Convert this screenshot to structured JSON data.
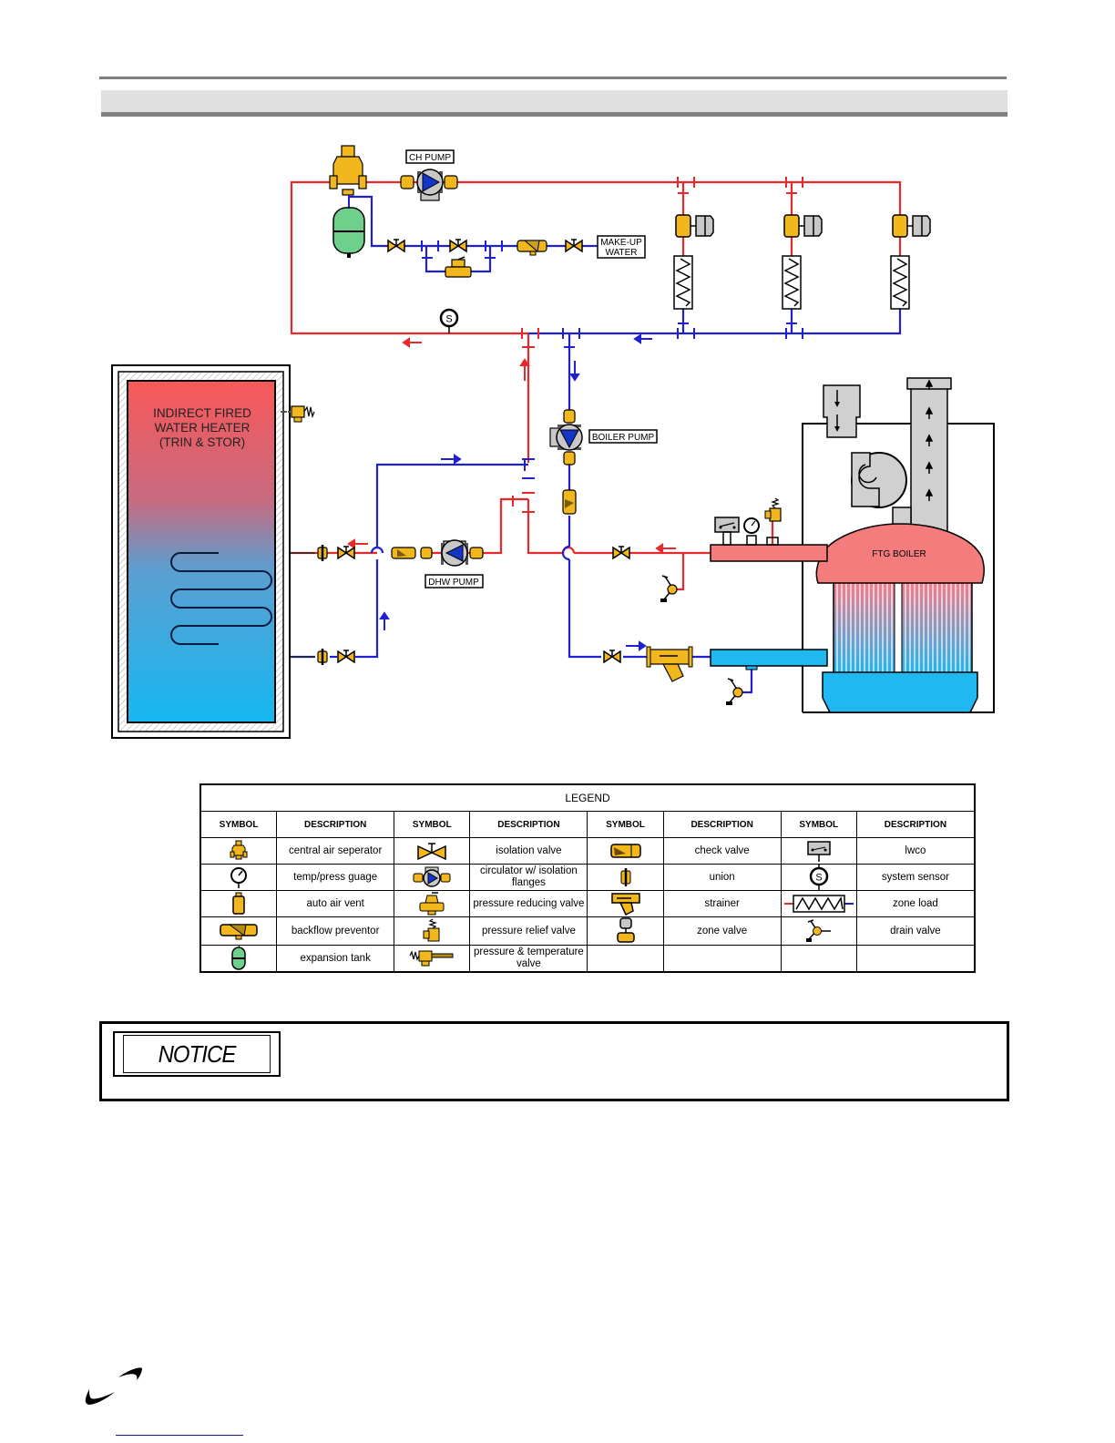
{
  "page": {
    "header_band_text": ""
  },
  "diagram": {
    "labels": {
      "ch_pump": "CH PUMP",
      "makeup_water_line1": "MAKE-UP",
      "makeup_water_line2": "WATER",
      "boiler_pump": "BOILER PUMP",
      "dhw_pump": "DHW PUMP",
      "water_heater_line1": "INDIRECT FIRED",
      "water_heater_line2": "WATER HEATER",
      "water_heater_line3": "(TRIN & STOR)",
      "boiler": "FTG BOILER",
      "system_sensor_glyph": "S"
    },
    "zone_count": 3,
    "colors": {
      "supply_pipe": "#e8282b",
      "return_pipe": "#2020d0",
      "brass": "#f2b71c",
      "tank_green": "#6fd08c",
      "boiler_hot": "#f47c7c",
      "boiler_cold": "#1fb8f0",
      "gray_component": "#c8c8c8"
    }
  },
  "legend": {
    "title": "LEGEND",
    "headers": [
      "SYMBOL",
      "DESCRIPTION",
      "SYMBOL",
      "DESCRIPTION",
      "SYMBOL",
      "DESCRIPTION",
      "SYMBOL",
      "DESCRIPTION"
    ],
    "rows": [
      [
        {
          "icon": "central-air-separator",
          "desc": "central air seperator"
        },
        {
          "icon": "isolation-valve",
          "desc": "isolation valve"
        },
        {
          "icon": "check-valve",
          "desc": "check valve"
        },
        {
          "icon": "lwco",
          "desc": "lwco"
        }
      ],
      [
        {
          "icon": "temp-press-gauge",
          "desc": "temp/press guage"
        },
        {
          "icon": "circulator",
          "desc": "circulator w/ isolation flanges"
        },
        {
          "icon": "union",
          "desc": "union"
        },
        {
          "icon": "system-sensor",
          "desc": "system sensor"
        }
      ],
      [
        {
          "icon": "auto-air-vent",
          "desc": "auto air vent"
        },
        {
          "icon": "pressure-reducing-valve",
          "desc": "pressure reducing valve"
        },
        {
          "icon": "strainer",
          "desc": "strainer"
        },
        {
          "icon": "zone-load",
          "desc": "zone load"
        }
      ],
      [
        {
          "icon": "backflow-preventor",
          "desc": "backflow preventor"
        },
        {
          "icon": "pressure-relief-valve",
          "desc": "pressure relief valve"
        },
        {
          "icon": "zone-valve",
          "desc": "zone valve"
        },
        {
          "icon": "drain-valve",
          "desc": "drain valve"
        }
      ],
      [
        {
          "icon": "expansion-tank",
          "desc": "expansion tank"
        },
        {
          "icon": "pressure-temperature-valve",
          "desc": "pressure & temperature valve"
        },
        {
          "icon": "",
          "desc": ""
        },
        {
          "icon": "",
          "desc": ""
        }
      ]
    ]
  },
  "notice": {
    "label": "NOTICE",
    "body": ""
  }
}
